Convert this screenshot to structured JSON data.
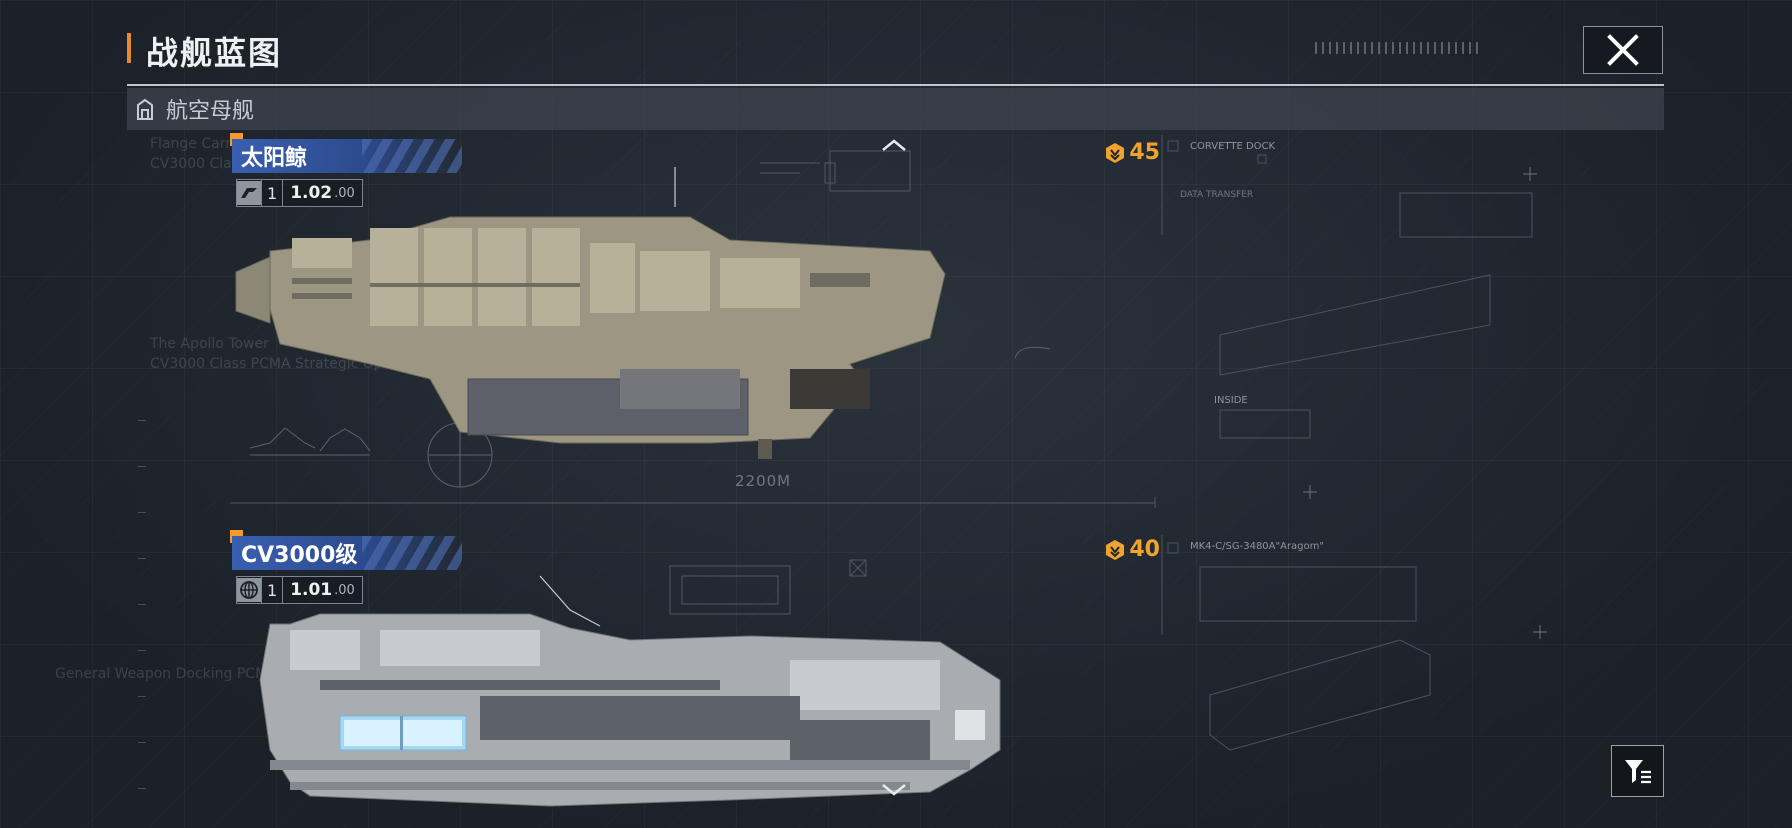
{
  "header": {
    "title": "战舰蓝图",
    "close_icon": "close-icon"
  },
  "category": {
    "label": "航空母舰",
    "icon": "hangar-icon"
  },
  "ships": [
    {
      "name": "太阳鲸",
      "tier": "1",
      "version": "1.02",
      "version_sub": ".00",
      "cost": "45",
      "cost_icon": "command-points-icon",
      "scale_label": "2200M",
      "blueprint_labels": [
        "CORVETTE DOCK",
        "DATA TRANSFER",
        "INSIDE"
      ],
      "hull_color": "#9c9682"
    },
    {
      "name": "CV3000级",
      "tier": "1",
      "version": "1.01",
      "version_sub": ".00",
      "cost": "40",
      "cost_icon": "command-points-icon",
      "blueprint_labels": [
        "MK4-C/SG-3480A\"Aragom\""
      ],
      "hull_color": "#a9adb2"
    }
  ],
  "faded_background_labels": [
    "Flange Carrier",
    "CV3000 Class Strike Carrier",
    "The Apollo Tower",
    "CV3000 Class PCMA Strategic Ops",
    "General Weapon Docking PCMA Station"
  ],
  "scroll": {
    "up_icon": "chevron-up-icon",
    "down_icon": "chevron-down-icon"
  },
  "filter": {
    "icon": "filter-icon"
  },
  "colors": {
    "accent_orange": "#f39a2b",
    "name_tag_blue": "#3a5fb0",
    "cost_gold": "#f0a42e",
    "background": "#1f252d"
  }
}
